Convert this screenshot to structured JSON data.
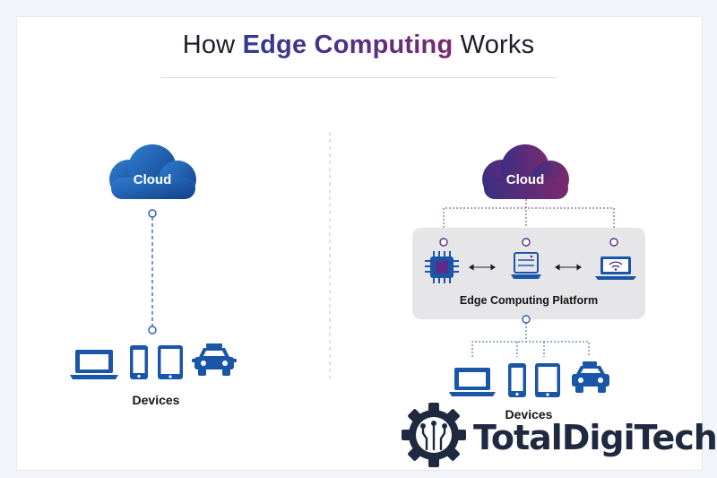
{
  "title": {
    "prefix": "How",
    "highlight": "Edge Computing",
    "suffix": "Works"
  },
  "left": {
    "cloud_label": "Cloud",
    "devices_label": "Devices",
    "devices": [
      "laptop-icon",
      "smartphone-icon",
      "tablet-icon",
      "car-icon"
    ]
  },
  "right": {
    "cloud_label": "Cloud",
    "platform_label": "Edge Computing Platform",
    "platform_nodes": [
      "cpu-chip-icon",
      "server-stack-icon",
      "wifi-laptop-icon"
    ],
    "devices_label": "Devices",
    "devices": [
      "laptop-icon",
      "smartphone-icon",
      "tablet-icon",
      "car-icon"
    ]
  },
  "brand": {
    "name": "TotalDigiTech",
    "logo": "gear-circuit-icon"
  },
  "colors": {
    "blue": "#1a56a8",
    "cloud_blue_light": "#2f7fd0",
    "cloud_blue_dark": "#123f8a",
    "cloud_purple_light": "#7b2a6e",
    "cloud_purple_dark": "#3a2f82",
    "line_blue": "#2a5fa8",
    "line_purple": "#7a3a7f",
    "platform_bg": "#e6e6e8",
    "brand_dark": "#1f2a40"
  }
}
